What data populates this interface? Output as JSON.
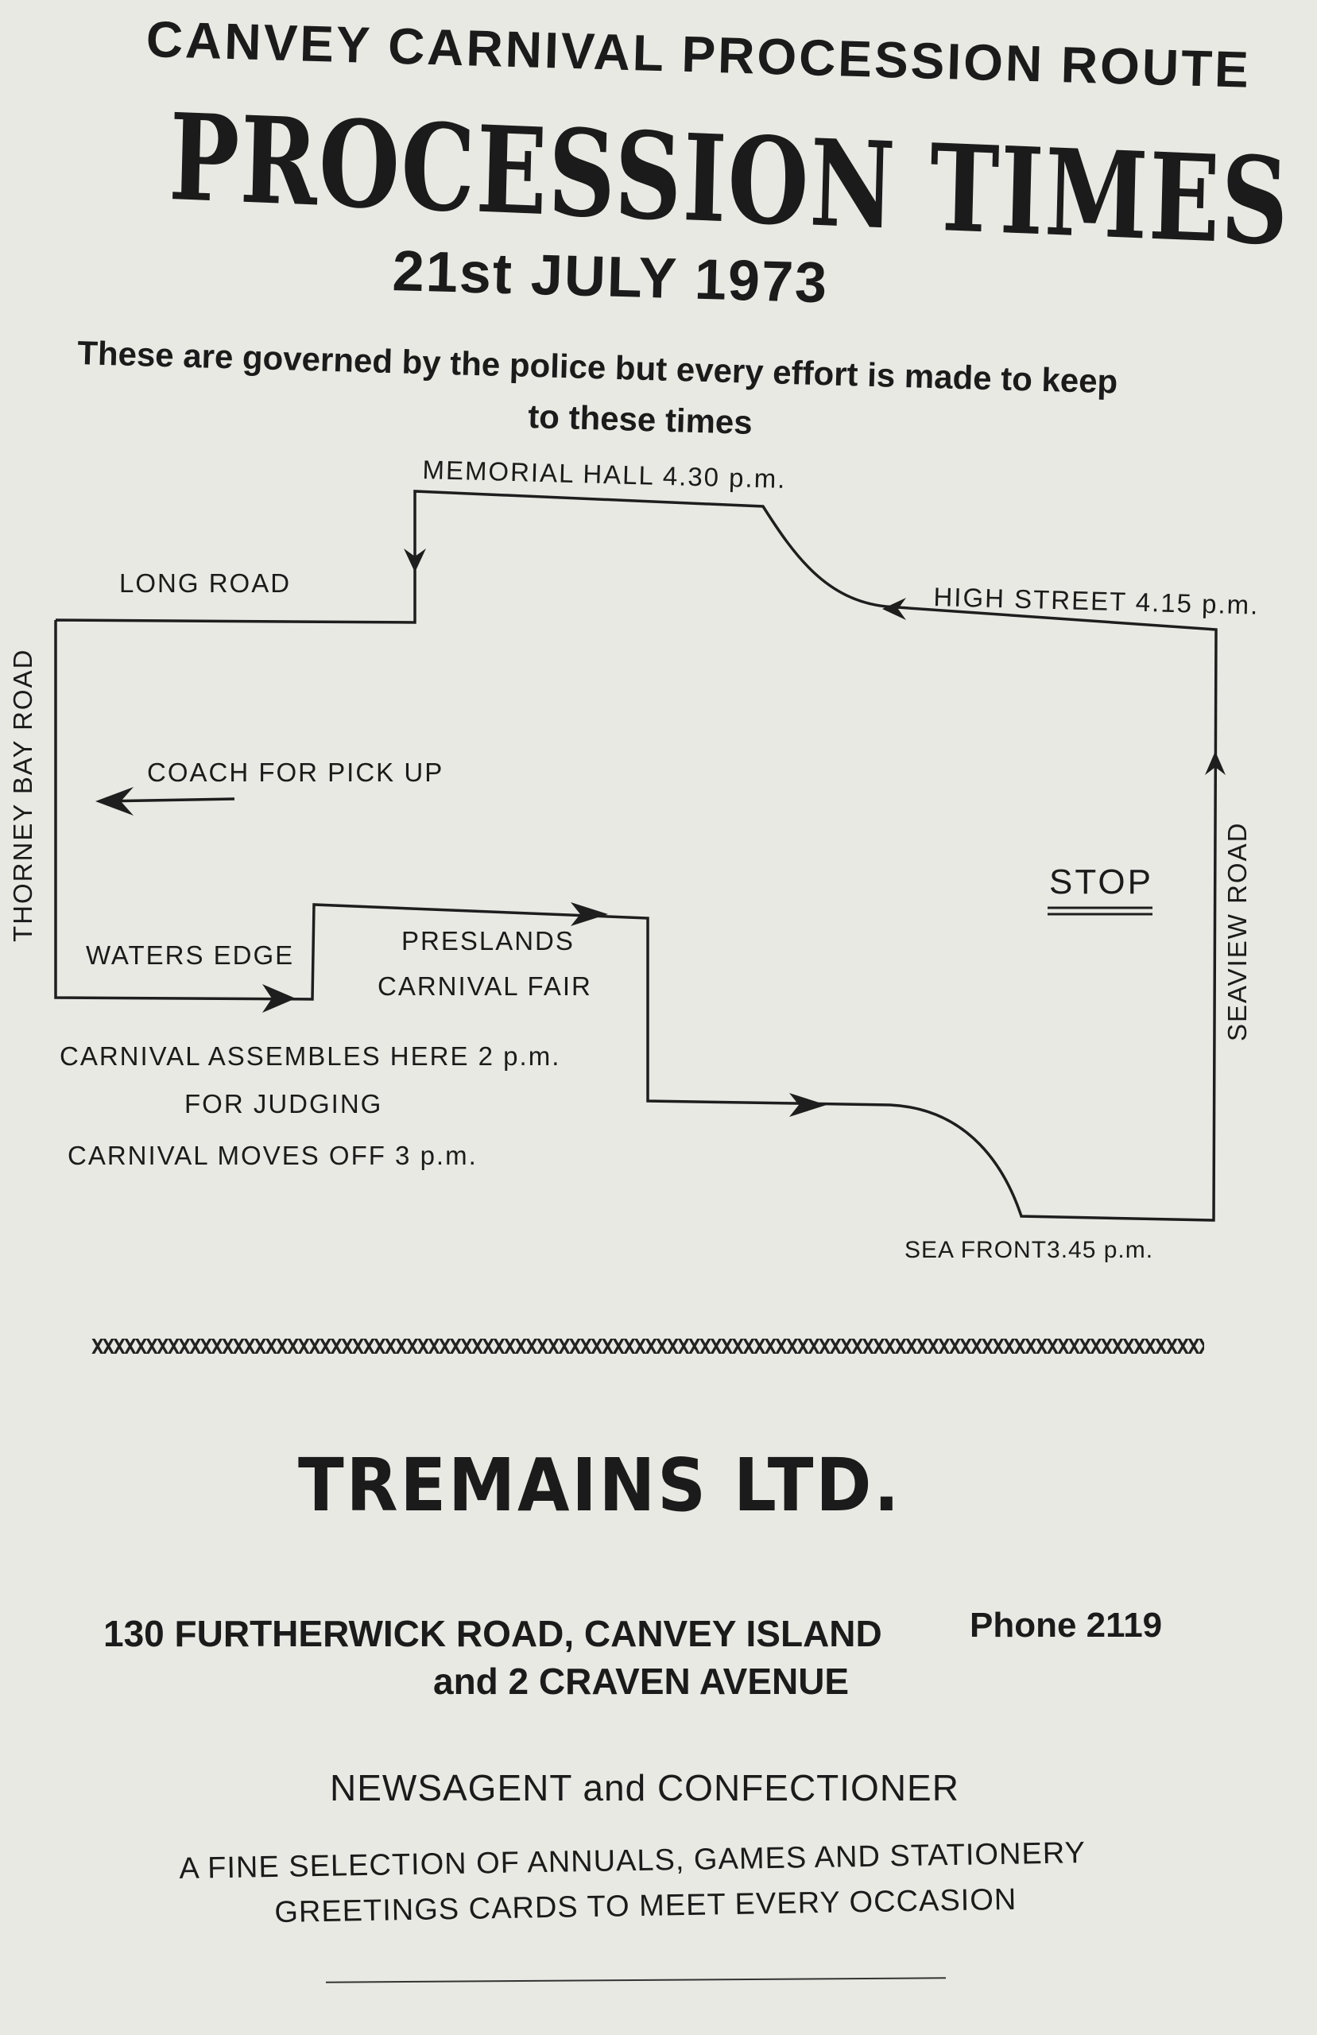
{
  "header": {
    "route_title": "CANVEY CARNIVAL PROCESSION ROUTE",
    "main_title": "PROCESSION TIMES",
    "date": "21st JULY 1973",
    "note_line1": "These are governed by the police but every effort is made to keep",
    "note_line2": "to these times"
  },
  "map": {
    "memorial_hall": "MEMORIAL HALL 4.30 p.m.",
    "long_road": "LONG ROAD",
    "high_street": "HIGH STREET 4.15 p.m.",
    "thorney_bay_road": "THORNEY BAY ROAD",
    "coach": "COACH FOR PICK UP",
    "seaview_road": "SEAVIEW ROAD",
    "stop": "STOP",
    "waters_edge": "WATERS EDGE",
    "preslands": "PRESLANDS",
    "carnival_fair": "CARNIVAL FAIR",
    "assembles": "CARNIVAL ASSEMBLES HERE 2 p.m.",
    "judging": "FOR JUDGING",
    "moves_off": "CARNIVAL MOVES OFF 3 p.m.",
    "sea_front": "SEA FRONT3.45 p.m."
  },
  "advert": {
    "company": "TREMAINS LTD.",
    "address_line1": "130 FURTHERWICK ROAD, CANVEY ISLAND",
    "phone": "Phone 2119",
    "address_line2": "and 2 CRAVEN AVENUE",
    "trade": "NEWSAGENT and CONFECTIONER",
    "tagline1": "A FINE SELECTION OF ANNUALS, GAMES AND STATIONERY",
    "tagline2": "GREETINGS CARDS TO MEET EVERY OCCASION"
  }
}
